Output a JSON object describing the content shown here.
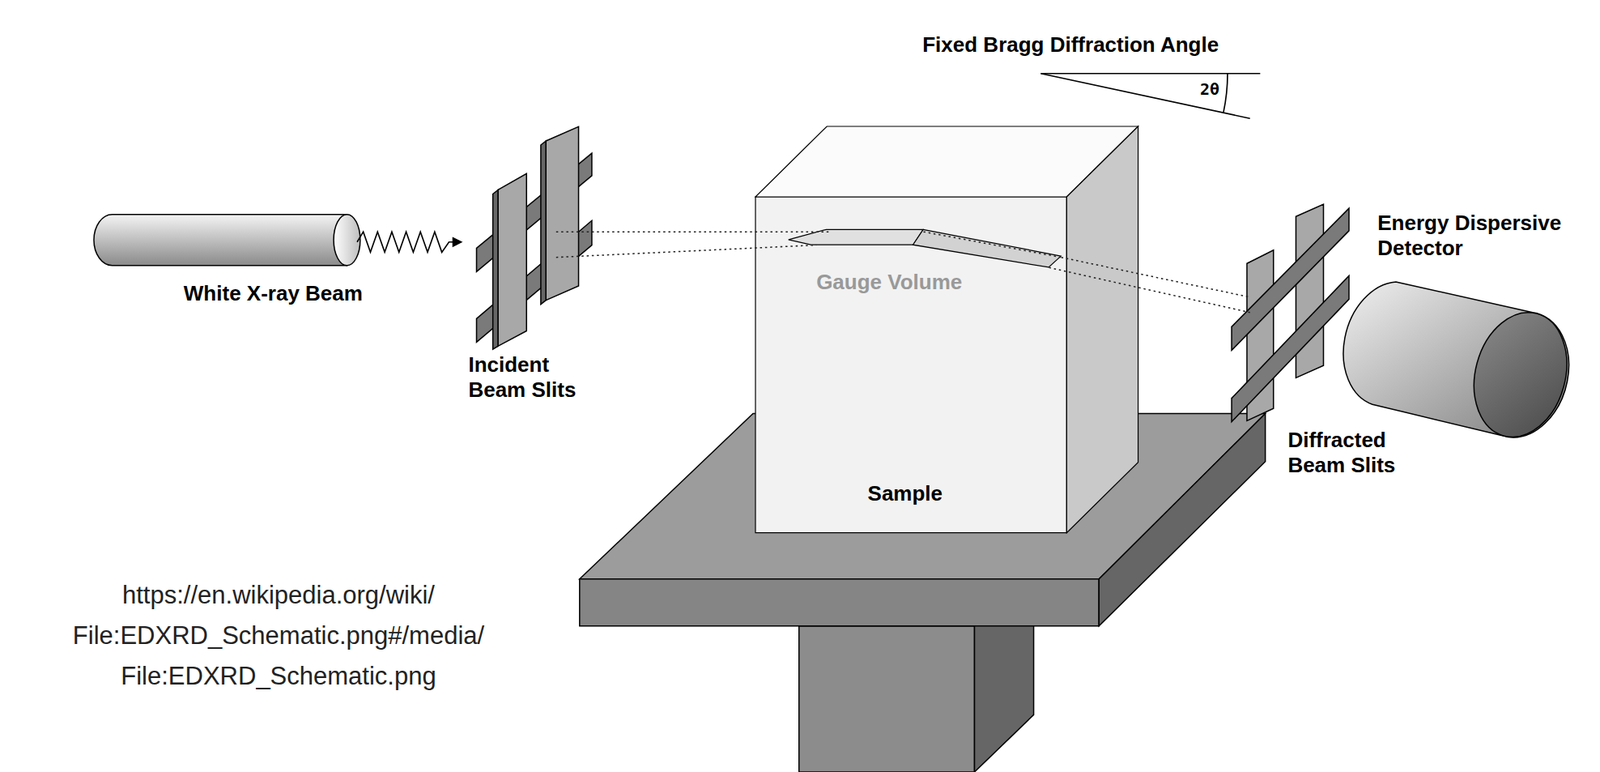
{
  "diagram": {
    "nodes": [
      {
        "text": [
          "Sample"
        ]
      },
      {
        "text": [
          "Gauge Volume"
        ],
        "in": 0
      }
    ],
    "labels": [
      "Fixed Bragg Diffraction Angle",
      "2θ",
      "White X-ray Beam",
      "Incident Beam Slits",
      "Energy Dispersive Detector",
      "Diffracted Beam Slits",
      "https://en.wikipedia.org/wiki/ File:EDXRD_Schematic.png#/media/ File:EDXRD_Schematic.png"
    ]
  }
}
